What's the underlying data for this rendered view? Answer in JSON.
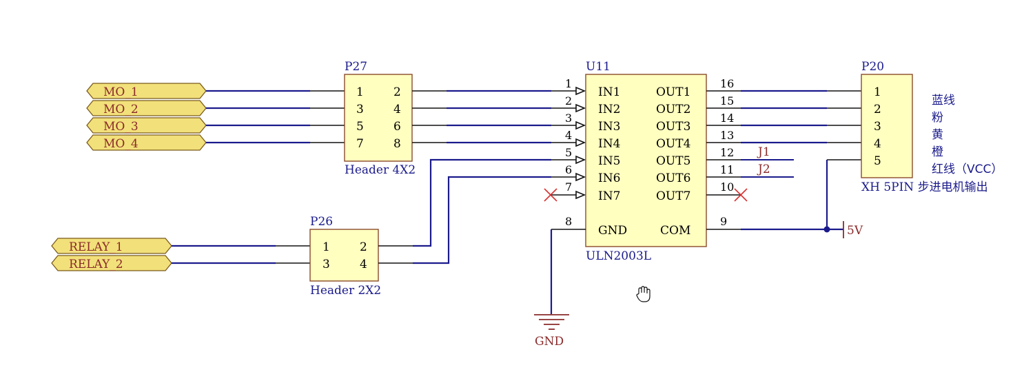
{
  "p27": {
    "designator": "P27",
    "comment": "Header 4X2",
    "pins": [
      "1",
      "2",
      "3",
      "4",
      "5",
      "6",
      "7",
      "8"
    ]
  },
  "p26": {
    "designator": "P26",
    "comment": "Header 2X2",
    "pins": [
      "1",
      "2",
      "3",
      "4"
    ]
  },
  "u11": {
    "designator": "U11",
    "comment": "ULN2003L",
    "in_names": [
      "IN1",
      "IN2",
      "IN3",
      "IN4",
      "IN5",
      "IN6",
      "IN7"
    ],
    "in_nums": [
      "1",
      "2",
      "3",
      "4",
      "5",
      "6",
      "7"
    ],
    "out_names": [
      "OUT1",
      "OUT2",
      "OUT3",
      "OUT4",
      "OUT5",
      "OUT6",
      "OUT7"
    ],
    "out_nums": [
      "16",
      "15",
      "14",
      "13",
      "12",
      "11",
      "10"
    ],
    "gnd_name": "GND",
    "gnd_num": "8",
    "com_name": "COM",
    "com_num": "9"
  },
  "p20": {
    "designator": "P20",
    "comment": "XH 5PIN 步进电机输出",
    "pins": [
      "1",
      "2",
      "3",
      "4",
      "5"
    ],
    "wire_notes": [
      "蓝线",
      "粉",
      "黄",
      "橙",
      "红线（VCC）"
    ]
  },
  "ports": {
    "mo": [
      "MO_1",
      "MO_2",
      "MO_3",
      "MO_4"
    ],
    "relay": [
      "RELAY_1",
      "RELAY_2"
    ]
  },
  "nets": {
    "j1": "J1",
    "j2": "J2",
    "vcc": "5V",
    "gnd": "GND"
  },
  "colors": {
    "wire": "#1a1a8c",
    "component_fill": "#ffffc0",
    "port_fill": "#f2e07a",
    "power": "#8a2a2a",
    "no_connect": "#d83030"
  }
}
